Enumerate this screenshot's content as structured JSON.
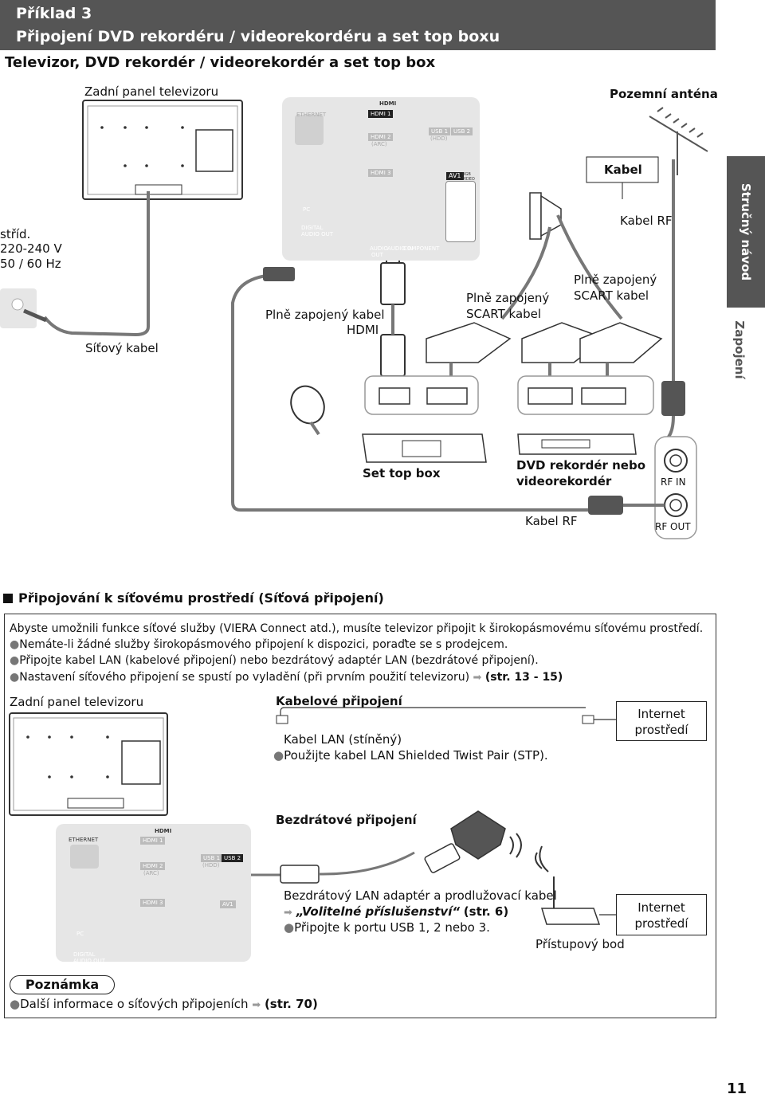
{
  "header": {
    "example": "Příklad 3",
    "title": "Připojení DVD rekordéru / videorekordéru a set top boxu"
  },
  "subtitle": "Televizor, DVD rekordér / videorekordér a set top box",
  "side_tabs": {
    "top": "Stručný návod",
    "bottom": "Zapojení"
  },
  "diagram1": {
    "tv_rear_label": "Zadní panel televizoru",
    "antenna_label": "Pozemní anténa",
    "cable_label": "Kabel",
    "rf_cable_top": "Kabel RF",
    "power_line1": "stříd.",
    "power_line2": "220-240 V",
    "power_line3": "50 / 60 Hz",
    "mains_cable": "Síťový kabel",
    "hdmi_cable_line1": "Plně zapojený kabel",
    "hdmi_cable_line2": "HDMI",
    "scart1_line1": "Plně zapojený",
    "scart1_line2": "SCART kabel",
    "scart2_line1": "Plně zapojený",
    "scart2_line2": "SCART kabel",
    "set_top_box": "Set top box",
    "dvd_line1": "DVD rekordér nebo",
    "dvd_line2": "videorekordér",
    "rf_in": "RF IN",
    "rf_out": "RF OUT",
    "rf_cable_bottom": "Kabel RF",
    "panel": {
      "ethernet": "ETHERNET",
      "hdmi_logo": "HDMI",
      "hdmi1": "HDMI 1",
      "hdmi2": "HDMI 2",
      "arc": "(ARC)",
      "hdmi3": "HDMI 3",
      "usb1": "USB 1",
      "hdd": "(HDD)",
      "usb2": "USB 2",
      "av1": "AV1",
      "rgb": "RGB",
      "video": "VIDEO",
      "pc": "PC",
      "digital": "DIGITAL",
      "audio_out": "AUDIO OUT",
      "audio": "AUDIO",
      "out": "OUT",
      "audio_in": "AUDIO IN",
      "component": "COMPONENT"
    }
  },
  "section": {
    "title": "Připojování k síťovému prostředí (Síťová připojení)",
    "intro": "Abyste umožnili funkce síťové služby (VIERA Connect atd.), musíte televizor připojit k širokopásmovému síťovému prostředí.",
    "bullets": [
      "Nemáte-li žádné služby širokopásmového připojení k dispozici, poraďte se s prodejcem.",
      "Připojte kabel LAN (kabelové připojení) nebo bezdrátový adaptér LAN (bezdrátové připojení).",
      "Nastavení síťového připojení se spustí po vyladění (při prvním použití televizoru)"
    ],
    "bullet3_ref": "(str. 13 - 15)",
    "tv_rear_label": "Zadní panel televizoru",
    "wired_title": "Kabelové připojení",
    "lan_cable": "Kabel LAN (stíněný)",
    "lan_bullet": "Použijte kabel LAN Shielded Twist Pair (STP).",
    "internet1_line1": "Internet",
    "internet1_line2": "prostředí",
    "wireless_title": "Bezdrátové připojení",
    "wireless_adapter": "Bezdrátový LAN adaptér a prodlužovací kabel",
    "optional_acc": "„Volitelné příslušenství“",
    "optional_ref": "(str. 6)",
    "usb_bullet": "Připojte k portu USB 1, 2 nebo 3.",
    "access_point": "Přístupový bod",
    "internet2_line1": "Internet",
    "internet2_line2": "prostředí",
    "panel2": {
      "ethernet": "ETHERNET",
      "hdmi_logo": "HDMI",
      "hdmi1": "HDMI 1",
      "hdmi2": "HDMI 2",
      "arc": "(ARC)",
      "hdmi3": "HDMI 3",
      "usb1": "USB 1",
      "hdd": "(HDD)",
      "usb2": "USB 2",
      "av1": "AV1",
      "pc": "PC",
      "digital": "DIGITAL",
      "audio_out": "AUDIO OUT"
    }
  },
  "note": {
    "title": "Poznámka",
    "text": "Další informace o síťových připojeních",
    "ref": "(str. 70)"
  },
  "page_number": "11"
}
